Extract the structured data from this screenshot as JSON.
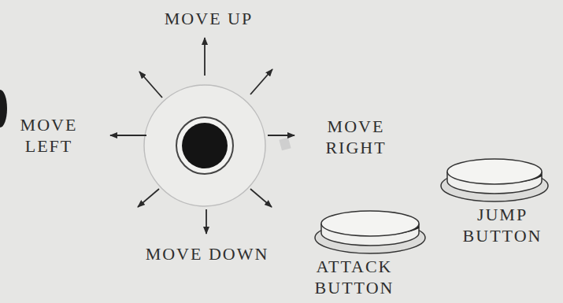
{
  "diagram": {
    "labels": [
      "MOVE UP",
      "MOVE LEFT",
      "MOVE RIGHT",
      "MOVE DOWN",
      "ATTACK BUTTON",
      "JUMP BUTTON"
    ]
  }
}
